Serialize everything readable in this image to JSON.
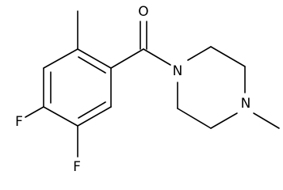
{
  "molecule": {
    "atoms": {
      "oxygen": "O",
      "nitrogen_amide": "N",
      "nitrogen_methyl": "N",
      "fluorine_4": "F",
      "fluorine_5": "F"
    }
  }
}
